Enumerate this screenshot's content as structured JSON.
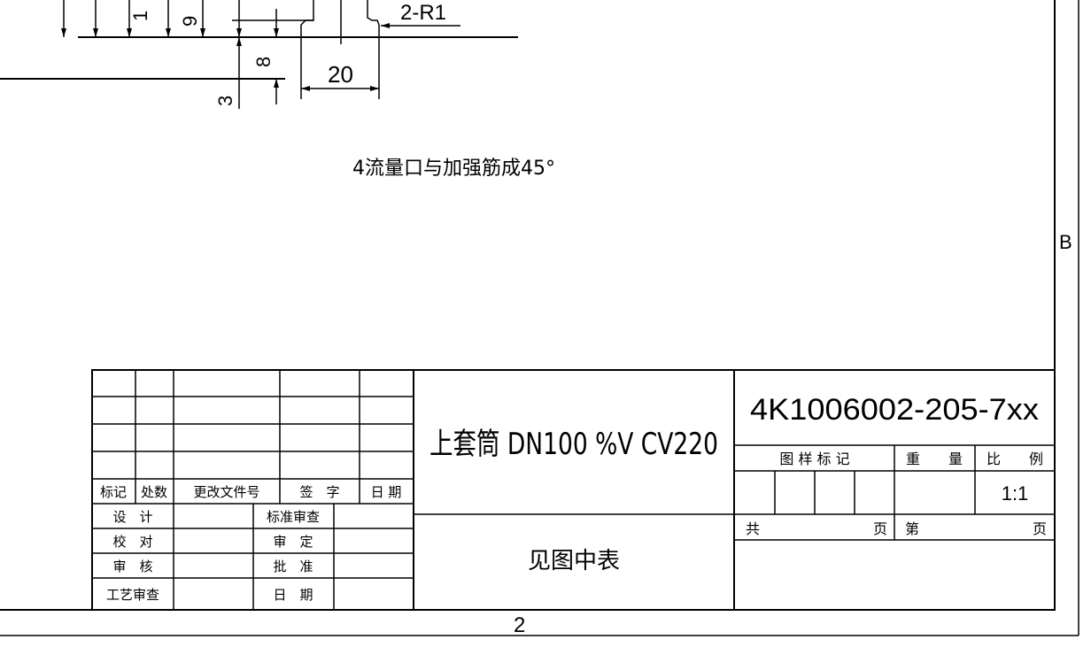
{
  "drawing": {
    "dimensions": {
      "d_1": "1",
      "d_9": "9",
      "d_8": "8",
      "d_3": "3",
      "d_20": "20",
      "radius_note": "2-R1"
    },
    "note": "4流量口与加强筋成45°",
    "zone_label": "B",
    "sheet_zone_number": "2"
  },
  "title_block": {
    "revision_headers": [
      "标记",
      "处数",
      "更改文件号",
      "签　字",
      "日 期"
    ],
    "sign_labels_left": [
      "设　计",
      "校　对",
      "审　核",
      "工艺审查"
    ],
    "sign_labels_right": [
      "标准审查",
      "审　定",
      "批　准",
      "日　期"
    ],
    "part_name": "上套筒 DN100 %V CV220",
    "material": "见图中表",
    "drawing_number": "4K1006002-205-7xx",
    "pattern_mark_label": "图 样 标 记",
    "weight_label": "重　　量",
    "scale_label": "比　　例",
    "scale_value": "1:1",
    "total_label": "共",
    "page_label": "页",
    "sheet_label": "第",
    "sheet_page_label": "页"
  }
}
